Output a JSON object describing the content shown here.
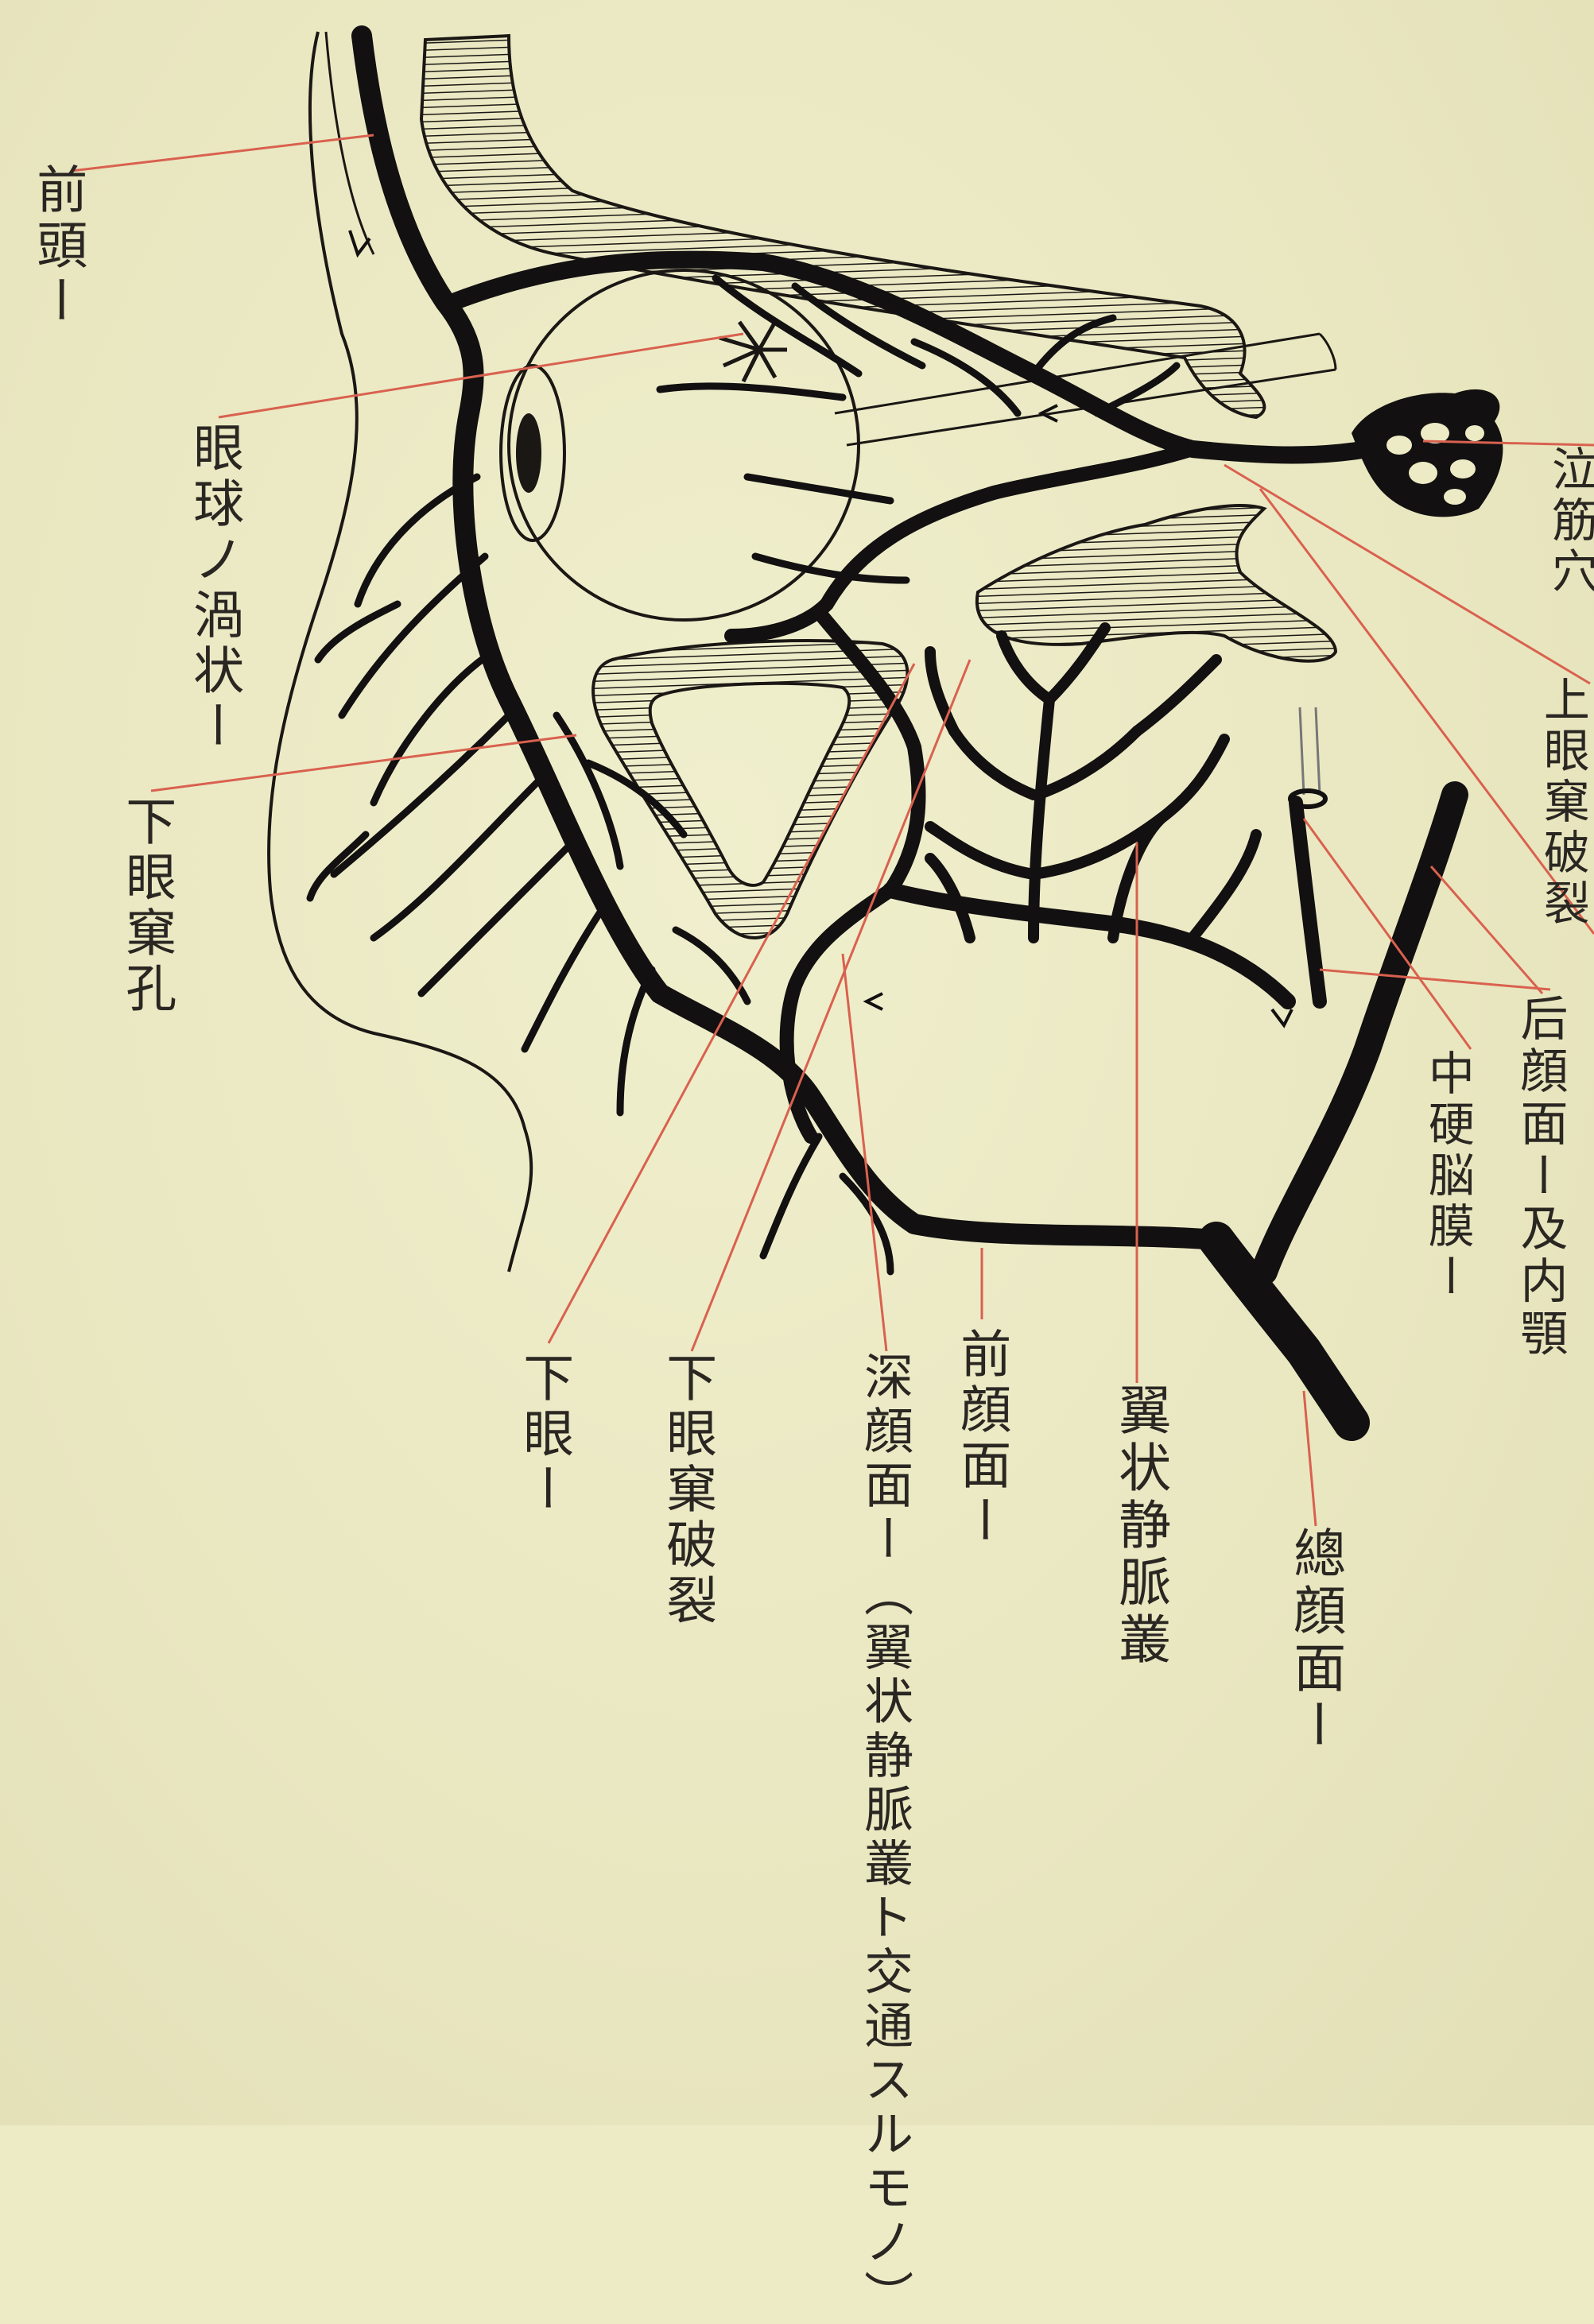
{
  "labels": {
    "frontal": "前頭ー",
    "eyeball": "眼球ノ渦状ー",
    "inf_orbital_foramen": "下眼窠孔",
    "nasal_plexus": "泣筋穴",
    "sup_orbital_fissure": "上眼窠破裂",
    "post_facial": "后顔面ー及内顎",
    "middle_meningeal": "中硬脳膜ー",
    "inf_ophthalmic": "下眼ー",
    "inf_orbital_fissure": "下眼窠破裂",
    "deep_facial": "深顔面ー（翼状静脈叢ト交通スルモノ）",
    "ant_facial": "前顔面ー",
    "pterygoid_plexus": "翼状静脈叢",
    "common_facial": "總顔面ー"
  },
  "colors": {
    "paper": "#ecebc6",
    "ink": "#141210",
    "leader": "#d9614f"
  }
}
